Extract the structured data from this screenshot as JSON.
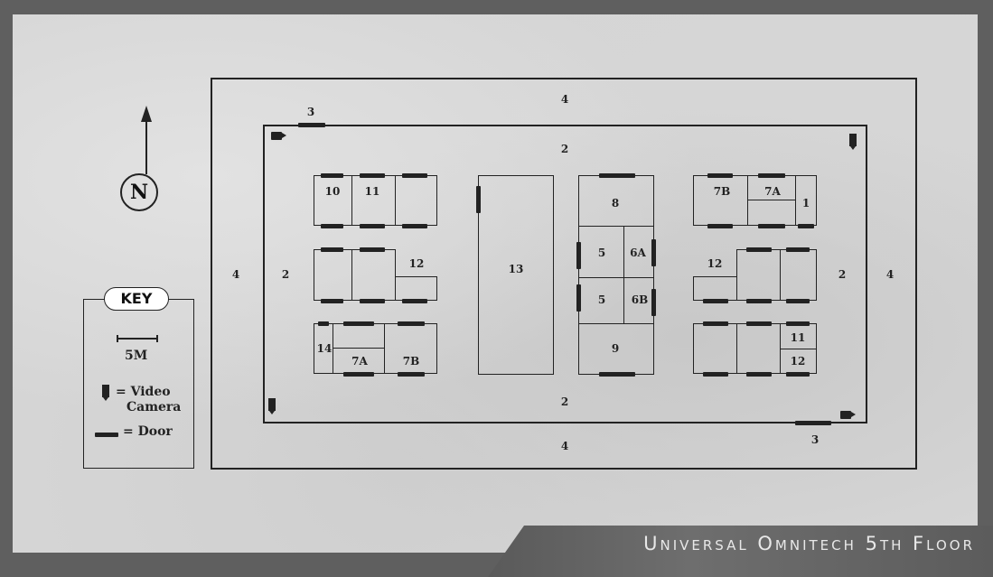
{
  "map": {
    "title": "Universal Omnitech 5th Floor",
    "zones": {
      "outer_top": "4",
      "outer_bottom": "4",
      "outer_left": "4",
      "outer_right": "4",
      "inner_top": "2",
      "inner_bottom": "2",
      "inner_left": "2",
      "inner_right": "2",
      "stair_top": "3",
      "stair_bottom": "3"
    },
    "rooms": {
      "r10": "10",
      "r11a": "11",
      "r12a": "12",
      "r14": "14",
      "r7a_left": "7A",
      "r7b_left": "7B",
      "r13": "13",
      "r8": "8",
      "r5a": "5",
      "r6a": "6A",
      "r5b": "5",
      "r6b": "6B",
      "r9": "9",
      "r7b_right": "7B",
      "r7a_right": "7A",
      "r1": "1",
      "r12b": "12",
      "r11b": "11",
      "r12c": "12"
    },
    "compass": "N",
    "key": {
      "title": "KEY",
      "scale": "5M",
      "camera_label_1": "= Video",
      "camera_label_2": "Camera",
      "door_label": "= Door"
    },
    "icons": [
      "north-arrow-icon",
      "video-camera-icon",
      "door-icon"
    ]
  }
}
